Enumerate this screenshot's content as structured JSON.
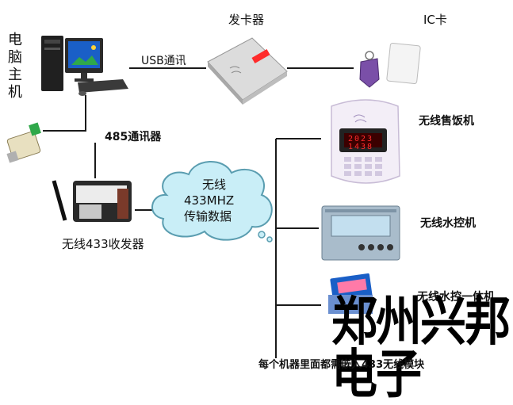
{
  "labels": {
    "host_chars": [
      "电",
      "脑",
      "主",
      "机"
    ],
    "card_reader": "发卡器",
    "ic_card": "IC卡",
    "usb_link": "USB通讯",
    "rs485": "485通讯器",
    "transceiver": "无线433收发器",
    "cloud_lines": [
      "无线",
      "433MHZ",
      "传输数据"
    ],
    "meal_machine": "无线售饭机",
    "water_controller": "无线水控机",
    "water_all_in_one": "无线水控一体机",
    "bottom_note": "每个机器里面都需嵌入433无线模块",
    "watermark": "郑州兴邦电子"
  },
  "device_display": [
    "2023",
    "1438"
  ],
  "colors": {
    "line": "#1a1a1a",
    "cloud_fill": "#c9eef7",
    "cloud_stroke": "#5a9db0",
    "screen_blue": "#1a5fc7",
    "led_red": "#ff2b2b"
  }
}
